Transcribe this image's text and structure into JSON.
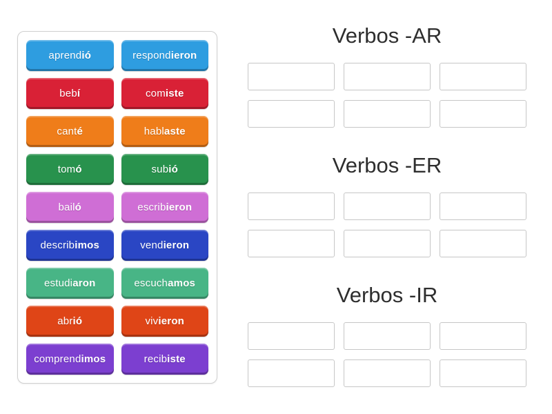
{
  "activity": {
    "type_label": "group-sort",
    "tile_text_color": "#ffffff",
    "header_text_color": "#2e2e2e"
  },
  "groups": [
    {
      "title": "Verbos -AR",
      "slots": 6
    },
    {
      "title": "Verbos -ER",
      "slots": 6
    },
    {
      "title": "Verbos -IR",
      "slots": 6
    }
  ],
  "tiles": [
    {
      "stem": "aprend",
      "ending": "ió",
      "color": "#2e9de0"
    },
    {
      "stem": "respond",
      "ending": "ieron",
      "color": "#2e9de0"
    },
    {
      "stem": "beb",
      "ending": "í",
      "color": "#d92136"
    },
    {
      "stem": "com",
      "ending": "iste",
      "color": "#d92136"
    },
    {
      "stem": "cant",
      "ending": "é",
      "color": "#ef7d1a"
    },
    {
      "stem": "habl",
      "ending": "aste",
      "color": "#ef7d1a"
    },
    {
      "stem": "tom",
      "ending": "ó",
      "color": "#28924d"
    },
    {
      "stem": "sub",
      "ending": "ió",
      "color": "#28924d"
    },
    {
      "stem": "bail",
      "ending": "ó",
      "color": "#cf6ed5"
    },
    {
      "stem": "escrib",
      "ending": "ieron",
      "color": "#cf6ed5"
    },
    {
      "stem": "describ",
      "ending": "imos",
      "color": "#2a46c4"
    },
    {
      "stem": "vend",
      "ending": "ieron",
      "color": "#2a46c4"
    },
    {
      "stem": "estudi",
      "ending": "aron",
      "color": "#48b586"
    },
    {
      "stem": "escuch",
      "ending": "amos",
      "color": "#48b586"
    },
    {
      "stem": "abr",
      "ending": "ió",
      "color": "#df4517"
    },
    {
      "stem": "viv",
      "ending": "ieron",
      "color": "#df4517"
    },
    {
      "stem": "comprend",
      "ending": "imos",
      "color": "#7c3fd0"
    },
    {
      "stem": "recib",
      "ending": "iste",
      "color": "#7c3fd0"
    }
  ]
}
